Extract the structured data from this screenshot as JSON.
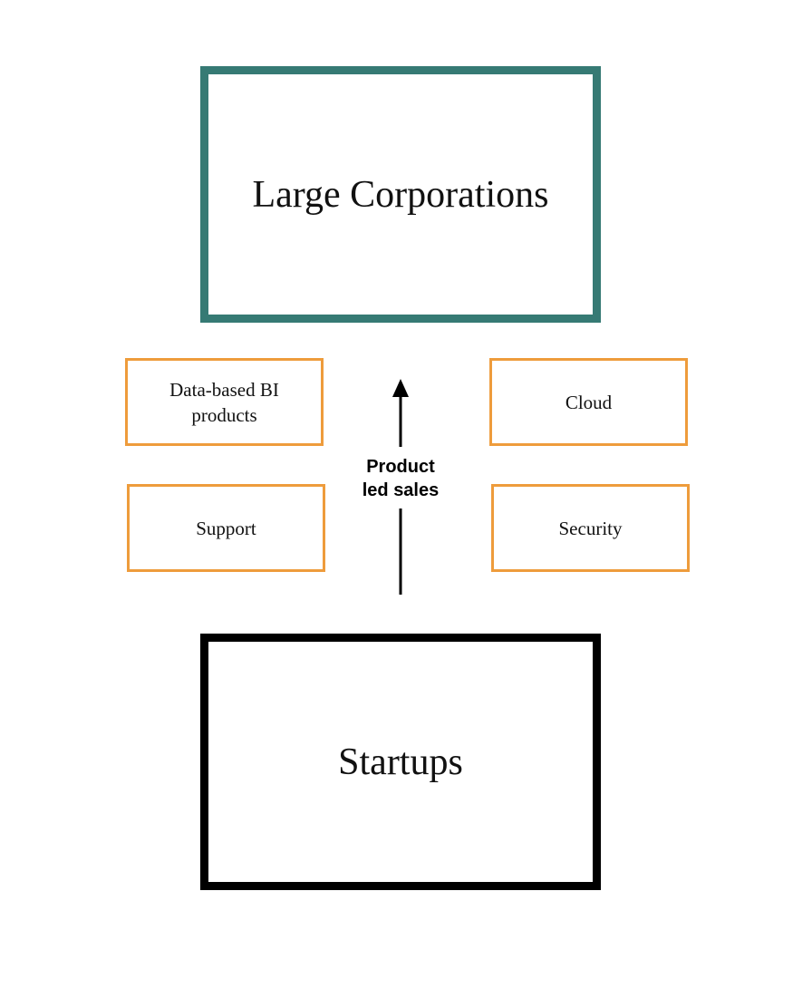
{
  "diagram": {
    "top_box": {
      "label": "Large Corporations",
      "border_color": "#367a74"
    },
    "bottom_box": {
      "label": "Startups",
      "border_color": "#000000"
    },
    "factors": {
      "border_color": "#ee9c3c",
      "items": [
        {
          "label": "Data-based BI\nproducts"
        },
        {
          "label": "Cloud"
        },
        {
          "label": "Support"
        },
        {
          "label": "Security"
        }
      ]
    },
    "arrow": {
      "direction": "up",
      "label": "Product\nled sales"
    }
  }
}
